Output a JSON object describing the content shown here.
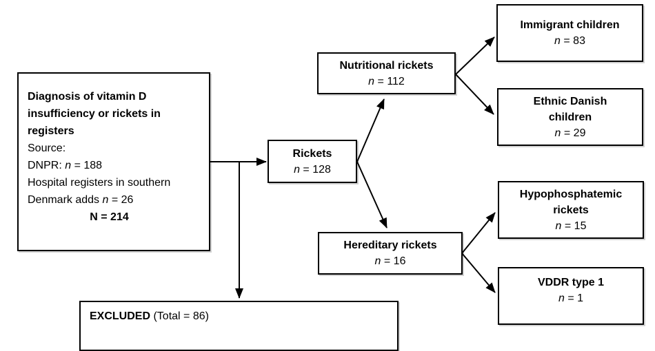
{
  "figure": {
    "type": "flowchart",
    "colors": {
      "background": "#ffffff",
      "box_border": "#000000",
      "text": "#000000"
    }
  },
  "diagnosis": {
    "title_lines": [
      "Diagnosis of vitamin D",
      "insufficiency or rickets in",
      "registers"
    ],
    "source_label": "Source:",
    "dnpr_prefix": "DNPR: ",
    "dnpr_var": "n",
    "dnpr_value": " = 188",
    "hospital_line1": "Hospital registers in southern",
    "hospital_line2_prefix": "Denmark adds ",
    "hospital_var": "n",
    "hospital_value": " = 26",
    "total": "N = 214"
  },
  "rickets": {
    "title": "Rickets",
    "var": "n",
    "value": " = 128"
  },
  "nutritional": {
    "title": "Nutritional rickets",
    "var": "n",
    "value": " = 112"
  },
  "hereditary": {
    "title": "Hereditary rickets",
    "var": "n",
    "value": " = 16"
  },
  "immigrant": {
    "title": "Immigrant children",
    "var": "n",
    "value": " = 83"
  },
  "ethnic": {
    "title_lines": [
      "Ethnic Danish",
      "children"
    ],
    "var": "n",
    "value": " = 29"
  },
  "hypophosphatemic": {
    "title_lines": [
      "Hypophosphatemic",
      "rickets"
    ],
    "var": "n",
    "value": " = 15"
  },
  "vddr": {
    "title": "VDDR type 1",
    "var": "n",
    "value": " = 1"
  },
  "excluded": {
    "label_bold": "EXCLUDED",
    "label_rest": " (Total = 86)"
  }
}
